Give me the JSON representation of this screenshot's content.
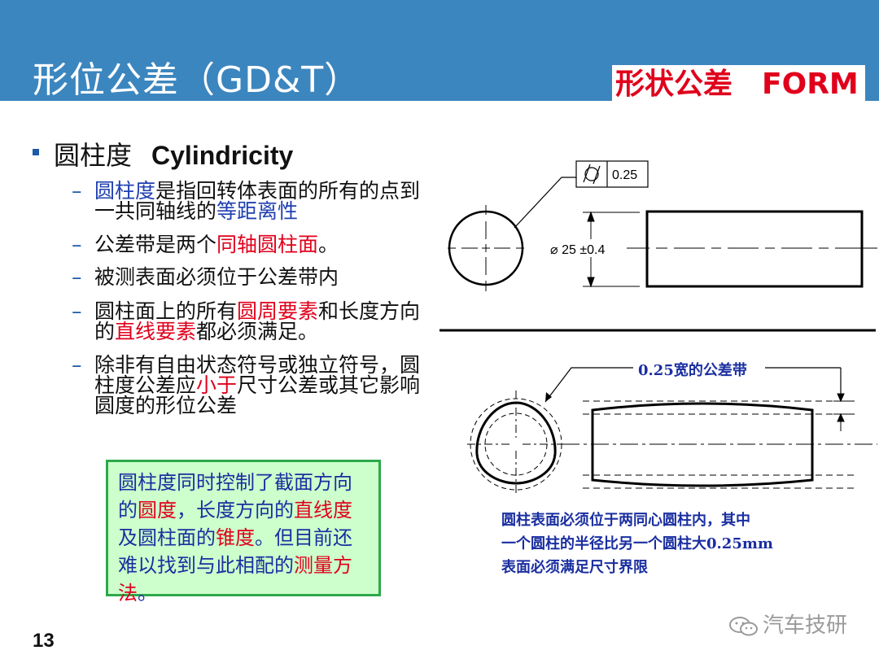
{
  "slide": {
    "title": "形位公差（GD&T）",
    "subtitle": "形状公差　FORM",
    "page_number": "13"
  },
  "main_bullet": {
    "cn": "圆柱度",
    "en": "Cylindricity"
  },
  "sub_bullets": [
    {
      "parts": [
        {
          "t": "圆柱度",
          "c": "blue"
        },
        {
          "t": "是指回转体表面的所有的点到一共同轴线的",
          "c": ""
        },
        {
          "t": "等距离性",
          "c": "blue"
        }
      ]
    },
    {
      "parts": [
        {
          "t": "公差带是两个",
          "c": ""
        },
        {
          "t": "同轴圆柱面",
          "c": "red"
        },
        {
          "t": "。",
          "c": ""
        }
      ]
    },
    {
      "parts": [
        {
          "t": "被测表面必须位于公差带内",
          "c": ""
        }
      ]
    },
    {
      "parts": [
        {
          "t": "圆柱面上的所有",
          "c": ""
        },
        {
          "t": "圆周要素",
          "c": "red"
        },
        {
          "t": "和长度方向的",
          "c": ""
        },
        {
          "t": "直线要素",
          "c": "red"
        },
        {
          "t": "都必须满足。",
          "c": ""
        }
      ]
    },
    {
      "parts": [
        {
          "t": "除非有自由状态符号或独立符号，圆柱度公差应",
          "c": ""
        },
        {
          "t": "小于",
          "c": "red"
        },
        {
          "t": "尺寸公差或其它影响圆度的形位公差",
          "c": ""
        }
      ]
    }
  ],
  "note_box": {
    "parts": [
      {
        "t": "圆柱度同时控制了截面方向的",
        "c": ""
      },
      {
        "t": "圆度",
        "c": "red"
      },
      {
        "t": "，长度方向的",
        "c": ""
      },
      {
        "t": "直线度",
        "c": "red"
      },
      {
        "t": "及圆柱面的",
        "c": ""
      },
      {
        "t": "锥度",
        "c": "red"
      },
      {
        "t": "。但目前还难以找到与此相配的",
        "c": ""
      },
      {
        "t": "测量方法",
        "c": "red"
      },
      {
        "t": "。",
        "c": ""
      }
    ]
  },
  "drawing": {
    "fcf_symbol": "cylindricity-symbol",
    "fcf_tolerance": "0.25",
    "diameter_dim": "25 ±0.4",
    "tolerance_band_label": "0.25宽的公差带",
    "caption_lines": [
      "圆柱表面必须位于两同心圆柱内，其中",
      "一个圆柱的半径比另一个圆柱大0.25mm",
      "表面必须满足尺寸界限"
    ]
  },
  "watermark": {
    "icon": "wechat-icon",
    "text": "汽车技研"
  },
  "colors": {
    "header": "#3c86bf",
    "accent_red": "#e0001b",
    "text_blue": "#1f3fb0",
    "note_bg": "#ccffcc",
    "note_border": "#2ea84a"
  }
}
